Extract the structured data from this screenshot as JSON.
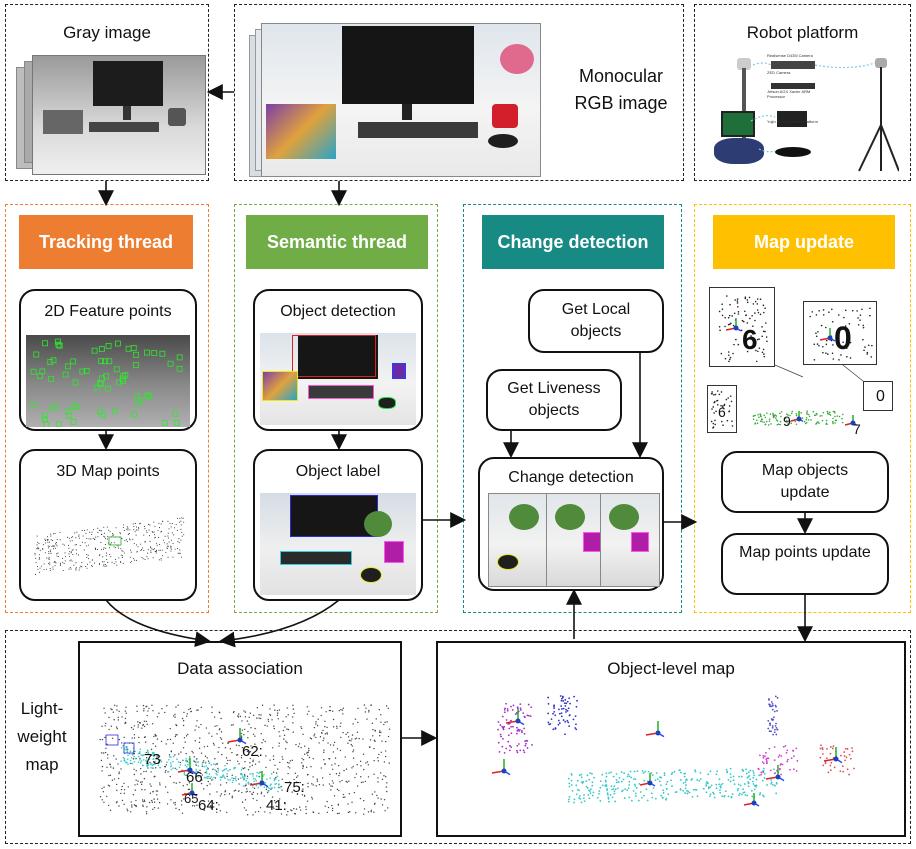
{
  "inputs": {
    "gray_title": "Gray image",
    "rgb_title": "Monocular RGB image",
    "robot_title": "Robot platform",
    "robot_labels": [
      "Realsense D435i Camera",
      "ZED Camera",
      "Jetson AGX Xavier ARM Processor",
      "Yujin Kobuki Mobile Platform"
    ]
  },
  "tracking": {
    "banner": "Tracking thread",
    "color": "#ED7D31",
    "step1": "2D Feature points",
    "step2": "3D Map points"
  },
  "semantic": {
    "banner": "Semantic thread",
    "color": "#70AD47",
    "step1": "Object detection",
    "step2": "Object label"
  },
  "change": {
    "banner": "Change detection",
    "color": "#178A84",
    "local": "Get Local objects",
    "liveness": "Get Liveness objects",
    "detect": "Change detection"
  },
  "mapupdate": {
    "banner": "Map update",
    "color": "#FFC000",
    "objects": "Map objects update",
    "points": "Map points update",
    "digits": [
      "6",
      "0",
      "6",
      "0",
      "9",
      "7"
    ]
  },
  "lightweight": {
    "label": "Light-weight map",
    "association": "Data association",
    "objmap": "Object-level map",
    "ids": [
      "73",
      "62:",
      "66",
      "75:",
      "65",
      "64:",
      "41:"
    ]
  }
}
